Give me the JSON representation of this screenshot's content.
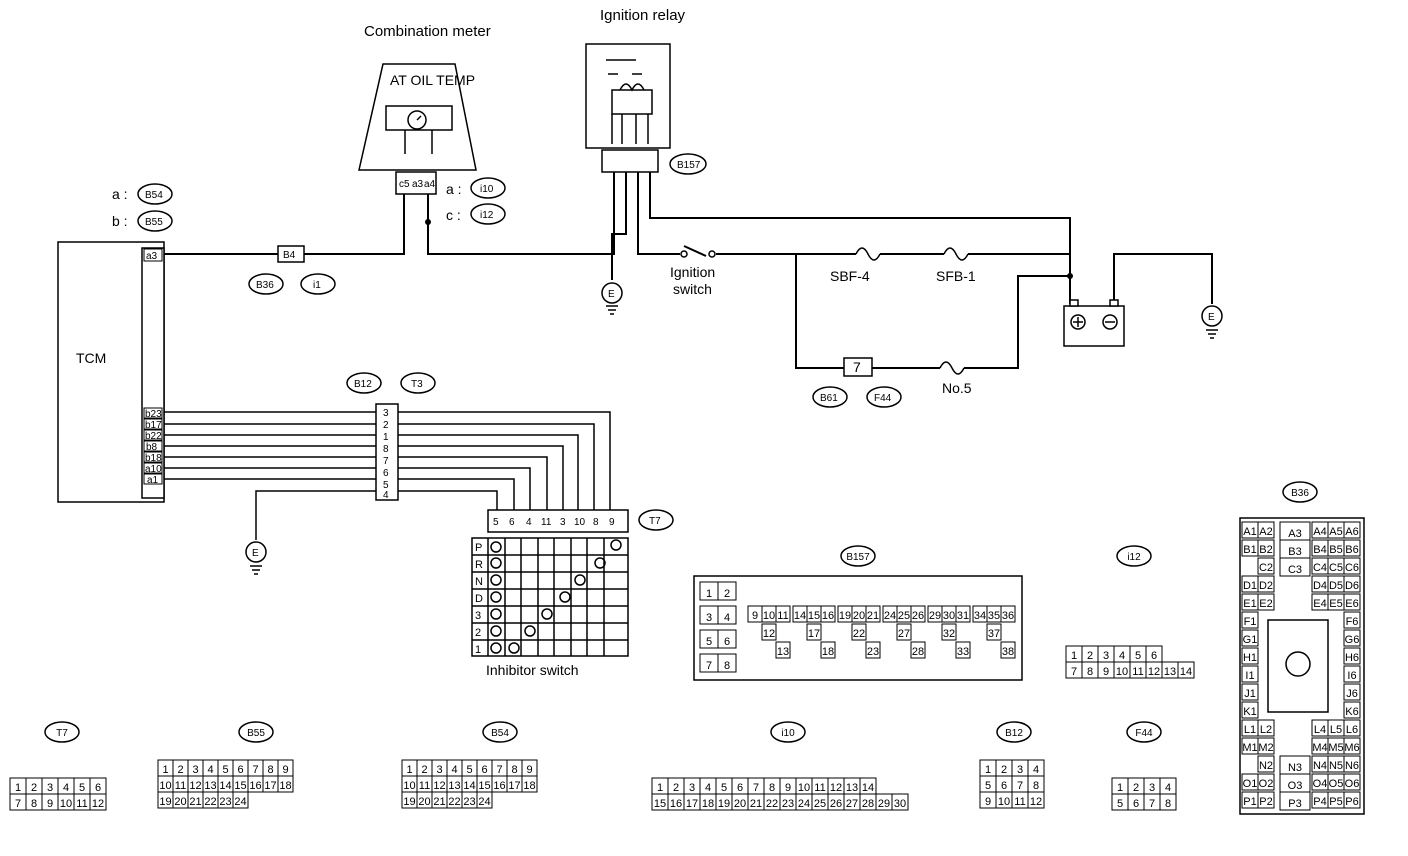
{
  "components": {
    "combination_meter": "Combination meter",
    "at_oil_temp": "AT OIL TEMP",
    "ignition_relay": "Ignition relay",
    "tcm": "TCM",
    "ignition_switch": "Ignition switch",
    "inhibitor_switch": "Inhibitor switch",
    "ground": "E",
    "fuse_sbf4": "SBF-4",
    "fuse_sfb1": "SFB-1",
    "fuse_no5": "No.5",
    "fuse_7": "7"
  },
  "legend": [
    {
      "letter": "a :",
      "connector": "B54"
    },
    {
      "letter": "b :",
      "connector": "B55"
    }
  ],
  "meter_legend": [
    {
      "letter": "a :",
      "connector": "i10"
    },
    {
      "letter": "c :",
      "connector": "i12"
    }
  ],
  "meter_pins": [
    "c5",
    "a3",
    "a4"
  ],
  "relay_connector": "B157",
  "tcm_pins": [
    "a3",
    "b23",
    "b17",
    "b22",
    "b8",
    "b18",
    "a10",
    "a1"
  ],
  "inline_connector": {
    "tag": "B4",
    "labels": [
      "B36",
      "i1"
    ]
  },
  "fuse7_labels": [
    "B61",
    "F44"
  ],
  "joint_connector": {
    "labels": [
      "B12",
      "T3"
    ],
    "pins": [
      "3",
      "2",
      "1",
      "8",
      "7",
      "6",
      "5",
      "4"
    ]
  },
  "inhibitor": {
    "connector": "T7",
    "pins": [
      "5",
      "6",
      "4",
      "11",
      "3",
      "10",
      "8",
      "9"
    ],
    "positions": [
      "P",
      "R",
      "N",
      "D",
      "3",
      "2",
      "1"
    ]
  },
  "connector_views": [
    {
      "name": "T7",
      "rows": [
        [
          "1",
          "2",
          "3",
          "4",
          "5",
          "6"
        ],
        [
          "7",
          "8",
          "9",
          "10",
          "11",
          "12"
        ]
      ]
    },
    {
      "name": "B55",
      "rows": [
        [
          "1",
          "2",
          "3",
          "4",
          "5",
          "6",
          "7",
          "8",
          "9"
        ],
        [
          "10",
          "11",
          "12",
          "13",
          "14",
          "15",
          "16",
          "17",
          "18"
        ],
        [
          "19",
          "20",
          "21",
          "22",
          "23",
          "24"
        ]
      ]
    },
    {
      "name": "B54",
      "rows": [
        [
          "1",
          "2",
          "3",
          "4",
          "5",
          "6",
          "7",
          "8",
          "9"
        ],
        [
          "10",
          "11",
          "12",
          "13",
          "14",
          "15",
          "16",
          "17",
          "18"
        ],
        [
          "19",
          "20",
          "21",
          "22",
          "23",
          "24"
        ]
      ]
    },
    {
      "name": "i10",
      "rows": [
        [
          "1",
          "2",
          "3",
          "4",
          "5",
          "6",
          "7",
          "8",
          "9",
          "10",
          "11",
          "12",
          "13",
          "14"
        ],
        [
          "15",
          "16",
          "17",
          "18",
          "19",
          "20",
          "21",
          "22",
          "23",
          "24",
          "25",
          "26",
          "27",
          "28",
          "29",
          "30"
        ]
      ]
    },
    {
      "name": "B12",
      "rows": [
        [
          "1",
          "2",
          "3",
          "4"
        ],
        [
          "5",
          "6",
          "7",
          "8"
        ],
        [
          "9",
          "10",
          "11",
          "12"
        ]
      ]
    },
    {
      "name": "F44",
      "rows": [
        [
          "1",
          "2",
          "3",
          "4"
        ],
        [
          "5",
          "6",
          "7",
          "8"
        ]
      ]
    },
    {
      "name": "i12",
      "rows": [
        [
          "1",
          "2",
          "3",
          "4",
          "5",
          "6"
        ],
        [
          "7",
          "8",
          "9",
          "10",
          "11",
          "12",
          "13",
          "14"
        ]
      ]
    }
  ],
  "b157_view": {
    "name": "B157",
    "left_pins": [
      "1",
      "2",
      "3",
      "4",
      "5",
      "6",
      "7",
      "8"
    ],
    "groups": [
      [
        "9",
        "10",
        "11",
        "12",
        "13"
      ],
      [
        "14",
        "15",
        "16",
        "17",
        "18"
      ],
      [
        "19",
        "20",
        "21",
        "22",
        "23"
      ],
      [
        "24",
        "25",
        "26",
        "27",
        "28"
      ],
      [
        "29",
        "30",
        "31",
        "32",
        "33"
      ],
      [
        "34",
        "35",
        "36",
        "37",
        "38"
      ]
    ]
  },
  "b36_view": {
    "name": "B36",
    "left": [
      "A1",
      "A2",
      "B1",
      "B2",
      "C2",
      "D1",
      "D2",
      "E1",
      "E2",
      "F1",
      "G1",
      "H1",
      "I1",
      "J1",
      "K1",
      "L1",
      "L2",
      "M1",
      "M2",
      "N2",
      "O1",
      "O2",
      "P1",
      "P2"
    ],
    "center": [
      "A3",
      "B3",
      "C3",
      "N3",
      "O3",
      "P3"
    ],
    "right": [
      "A4",
      "A5",
      "A6",
      "B4",
      "B5",
      "B6",
      "C4",
      "C5",
      "C6",
      "D4",
      "D5",
      "D6",
      "E4",
      "E5",
      "E6",
      "F6",
      "G6",
      "H6",
      "I6",
      "J6",
      "K6",
      "L4",
      "L5",
      "L6",
      "M4",
      "M5",
      "M6",
      "N4",
      "N5",
      "N6",
      "O4",
      "O5",
      "O6",
      "P4",
      "P5",
      "P6"
    ]
  }
}
